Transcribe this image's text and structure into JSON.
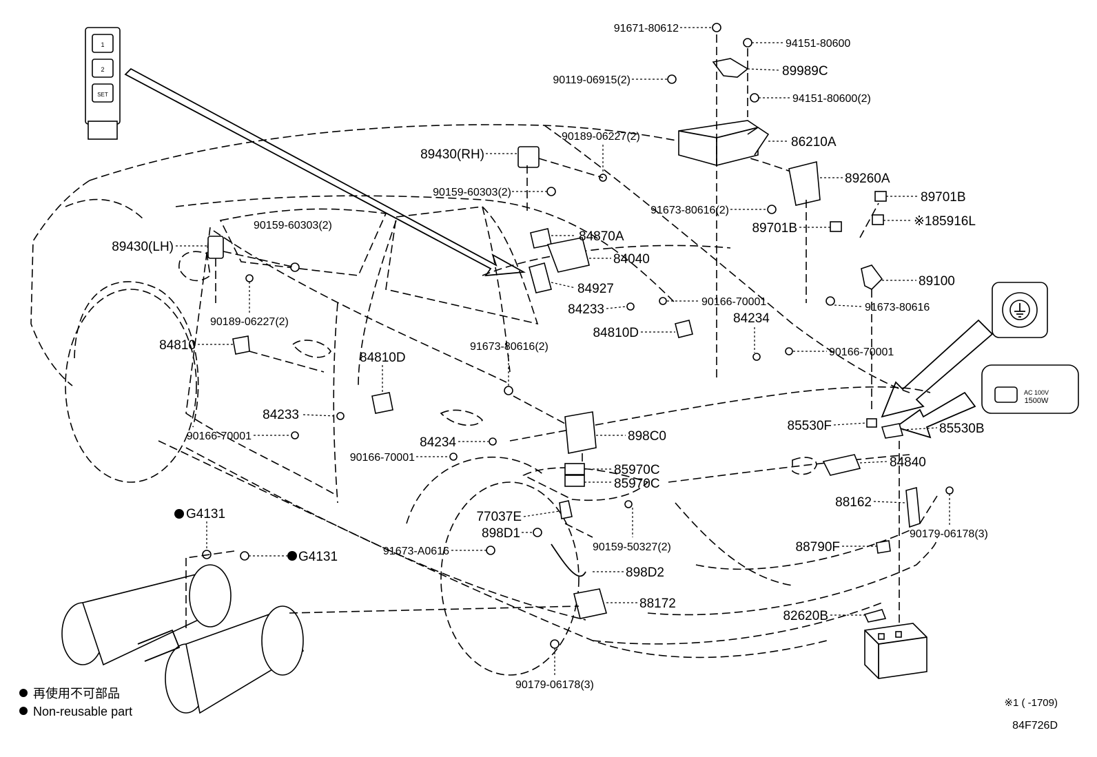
{
  "parts": [
    {
      "id": "91671-80612",
      "label": "91671-80612"
    },
    {
      "id": "94151-80600",
      "label": "94151-80600"
    },
    {
      "id": "89989C",
      "label": "89989C"
    },
    {
      "id": "90119-06915",
      "label": "90119-06915(2)"
    },
    {
      "id": "94151-80600-2",
      "label": "94151-80600(2)"
    },
    {
      "id": "86210A",
      "label": "86210A"
    },
    {
      "id": "89430RH",
      "label": "89430(RH)"
    },
    {
      "id": "90189-06227-top",
      "label": "90189-06227(2)"
    },
    {
      "id": "90159-60303-top",
      "label": "90159-60303(2)"
    },
    {
      "id": "89260A",
      "label": "89260A"
    },
    {
      "id": "91673-80616-2",
      "label": "91673-80616(2)"
    },
    {
      "id": "89701B-a",
      "label": "89701B"
    },
    {
      "id": "89701B-b",
      "label": "89701B"
    },
    {
      "id": "85916L",
      "label": "※185916L"
    },
    {
      "id": "84870A",
      "label": "84870A"
    },
    {
      "id": "84040",
      "label": "84040"
    },
    {
      "id": "84927",
      "label": "84927"
    },
    {
      "id": "89100",
      "label": "89100"
    },
    {
      "id": "91673-80616",
      "label": "91673-80616"
    },
    {
      "id": "84233-top",
      "label": "84233"
    },
    {
      "id": "90166-70001-top",
      "label": "90166-70001"
    },
    {
      "id": "84234-top",
      "label": "84234"
    },
    {
      "id": "84810D-top",
      "label": "84810D"
    },
    {
      "id": "90166-70001-mid",
      "label": "90166-70001"
    },
    {
      "id": "89430LH",
      "label": "89430(LH)"
    },
    {
      "id": "90159-60303-left",
      "label": "90159-60303(2)"
    },
    {
      "id": "90189-06227-left",
      "label": "90189-06227(2)"
    },
    {
      "id": "84810",
      "label": "84810"
    },
    {
      "id": "84810D-mid",
      "label": "84810D"
    },
    {
      "id": "91673-80616-2b",
      "label": "91673-80616(2)"
    },
    {
      "id": "84233-left",
      "label": "84233"
    },
    {
      "id": "90166-70001-left",
      "label": "90166-70001"
    },
    {
      "id": "84234-mid",
      "label": "84234"
    },
    {
      "id": "90166-70001-mid2",
      "label": "90166-70001"
    },
    {
      "id": "898C0",
      "label": "898C0"
    },
    {
      "id": "85970C-a",
      "label": "85970C"
    },
    {
      "id": "85970C-b",
      "label": "85970C"
    },
    {
      "id": "85530F",
      "label": "85530F"
    },
    {
      "id": "85530B",
      "label": "85530B"
    },
    {
      "id": "84840",
      "label": "84840"
    },
    {
      "id": "88162",
      "label": "88162"
    },
    {
      "id": "90179-06178-right",
      "label": "90179-06178(3)"
    },
    {
      "id": "77037E",
      "label": "77037E"
    },
    {
      "id": "898D1",
      "label": "898D1"
    },
    {
      "id": "91673-A0616",
      "label": "91673-A0616"
    },
    {
      "id": "90159-50327",
      "label": "90159-50327(2)"
    },
    {
      "id": "88790F",
      "label": "88790F"
    },
    {
      "id": "898D2",
      "label": "898D2"
    },
    {
      "id": "88172",
      "label": "88172"
    },
    {
      "id": "82620B",
      "label": "82620B"
    },
    {
      "id": "90179-06178-bottom",
      "label": "90179-06178(3)"
    },
    {
      "id": "G4131-a",
      "label": "G4131"
    },
    {
      "id": "G4131-b",
      "label": "G4131"
    }
  ],
  "inset_switch": {
    "buttons": [
      "1",
      "2",
      "SET"
    ]
  },
  "inset_outlet": {
    "line1": "AC 100V",
    "line2": "1500W"
  },
  "legend": {
    "ja": "再使用不可部品",
    "en": "Non-reusable part"
  },
  "footnote": "※1 (     -1709)",
  "diagram_code": "84F726D"
}
